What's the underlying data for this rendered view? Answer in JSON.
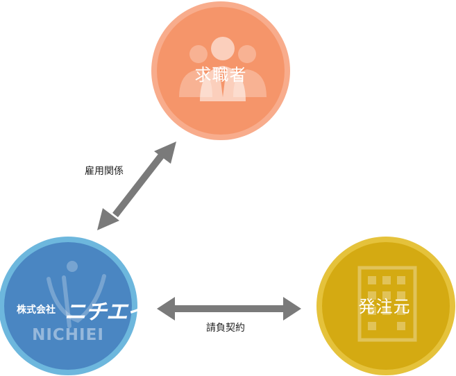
{
  "nodes": {
    "jobseeker": {
      "label": "求職者",
      "icon": "people-group-icon",
      "fill": "#F5956A",
      "ring": "#F8AC8C"
    },
    "company": {
      "name": "株式会社",
      "brand": "ニチエイ",
      "brand_roman": "NICHIEI",
      "icon": "company-logo-icon",
      "fill": "#4A86C2",
      "ring": "#6DB7DD"
    },
    "client": {
      "label": "発注元",
      "icon": "building-icon",
      "fill": "#D4AA12",
      "ring": "#E5C23B"
    }
  },
  "edges": {
    "employment": {
      "label": "雇用関係",
      "color": "#7A7A7A"
    },
    "subcontract": {
      "label": "請負契約",
      "color": "#7A7A7A"
    }
  }
}
